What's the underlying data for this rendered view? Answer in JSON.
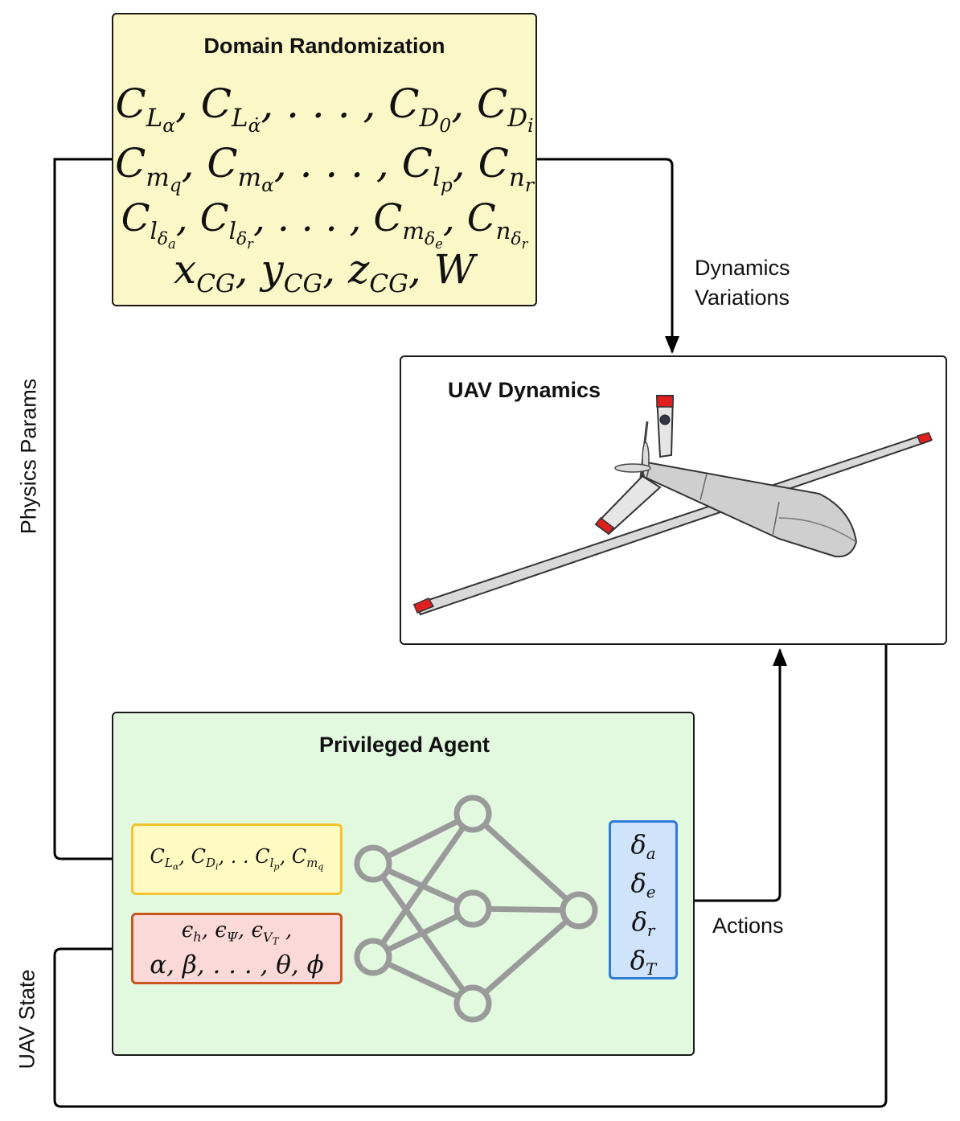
{
  "domain_randomization": {
    "title": "Domain Randomization",
    "rows": [
      "C_{Lα}, C_{L̇α}, . . . , C_{D0}, C_{Di}",
      "C_{mq}, C_{mα}, . . . , C_{lp}, C_{nr}",
      "C_{lδa}, C_{lδr}, . . . , C_{mδe}, C_{nδr}",
      "x_{CG}, y_{CG}, z_{CG}, W"
    ]
  },
  "uav_dynamics": {
    "title": "UAV Dynamics",
    "aircraft_icon": "fixed-wing-uav-icon"
  },
  "privileged_agent": {
    "title": "Privileged Agent",
    "params_input": "C_{Lα}, C_{Di}, . . C_{lp}, C_{mq}",
    "state_input_line1": "ϵ_h, ϵ_Ψ, ϵ_{VT} ,",
    "state_input_line2": "α, β, . . . , θ, ϕ",
    "actions": [
      "δ_a",
      "δ_e",
      "δ_r",
      "δ_T"
    ],
    "network_icon": "neural-network-icon"
  },
  "edges": {
    "physics_params": "Physics Params",
    "dynamics_variations_line1": "Dynamics",
    "dynamics_variations_line2": "Variations",
    "actions": "Actions",
    "uav_state": "UAV State"
  },
  "colors": {
    "domain_box": "#fbf8c8",
    "agent_box": "#e2f9e0",
    "params_box": "#fff9c2",
    "params_border": "#f4c430",
    "state_box": "#fcd9d9",
    "state_border": "#c8561e",
    "actions_box": "#cfe3fb",
    "actions_border": "#2f7bd6",
    "network": "#9a9a9a",
    "accent_red": "#e02020"
  }
}
